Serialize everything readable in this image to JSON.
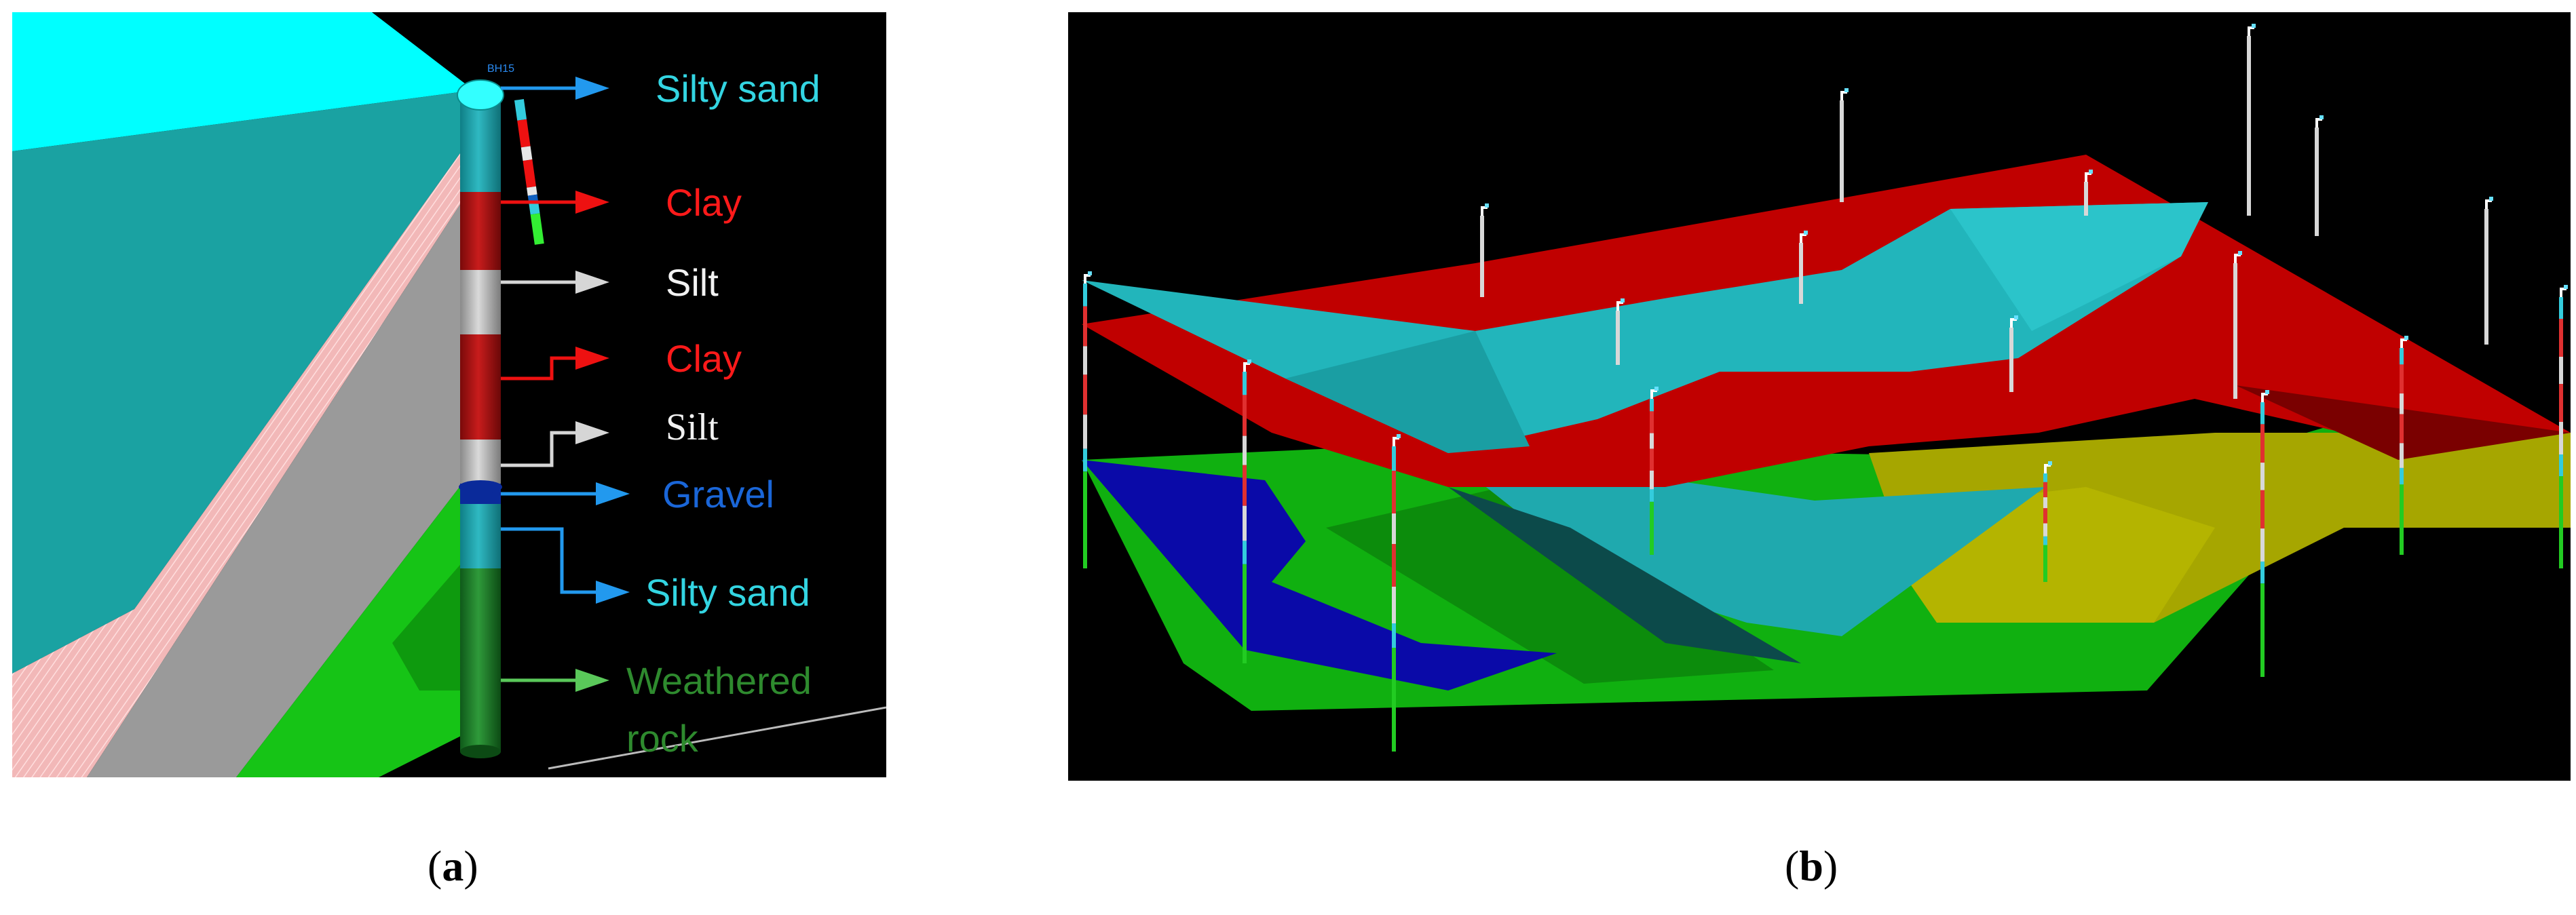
{
  "panel_a": {
    "borehole_id": "BH15",
    "labels": {
      "silty_sand_top": "Silty sand",
      "clay_1": "Clay",
      "silt_1": "Silt",
      "clay_2": "Clay",
      "silt_2": "Silt",
      "gravel": "Gravel",
      "silty_sand_bottom": "Silty sand",
      "weathered_rock_line1": "Weathered",
      "weathered_rock_line2": "rock"
    },
    "colors": {
      "silty_sand": "#33ccdd",
      "clay": "#ee1111",
      "silt": "#e6e6e6",
      "gravel": "#1060c0",
      "weathered_rock": "#33aa33",
      "arrow_blue": "#2299ee"
    }
  },
  "panel_b": {
    "layer_colors": {
      "silty_sand": "#22b5bb",
      "clay": "#c00000",
      "gravel": "#0a0aa8",
      "weathered_rock": "#10b010",
      "lower_layer": "#a8a800"
    }
  },
  "captions": {
    "a_open": "(",
    "a_letter": "a",
    "a_close": ")",
    "b_open": "(",
    "b_letter": "b",
    "b_close": ")"
  }
}
